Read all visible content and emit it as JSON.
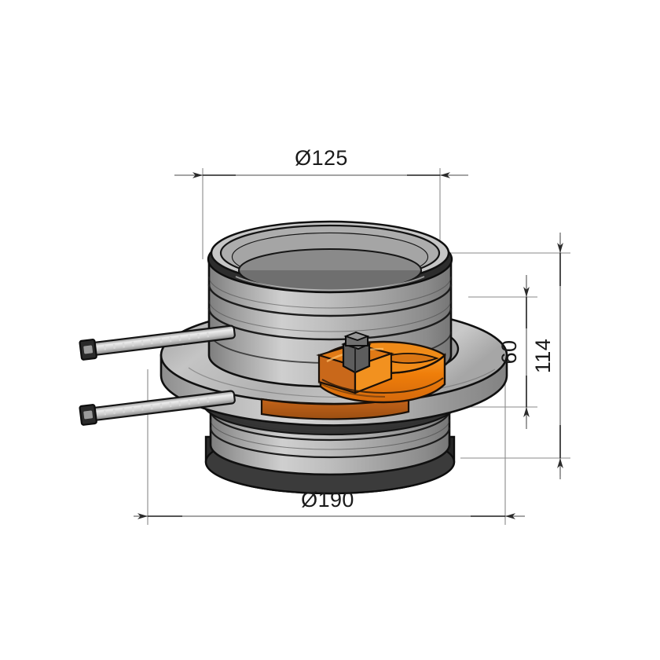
{
  "drawing": {
    "title": "Flue adapter flange assembly technical drawing",
    "background_color": "#ffffff",
    "line_color": "#1a1a1a",
    "dimension_line_color": "#6e6e6e",
    "view": "3D isometric shaded projection with dimension annotations"
  },
  "dimensions": {
    "top_diameter": {
      "label": "Ø125",
      "value": 125,
      "symbol": "Ø",
      "placement": "top",
      "orientation": "horizontal"
    },
    "bottom_diameter": {
      "label": "Ø190",
      "value": 190,
      "symbol": "Ø",
      "placement": "bottom",
      "orientation": "horizontal"
    },
    "inner_height": {
      "label": "60",
      "value": 60,
      "placement": "right-inner",
      "orientation": "vertical"
    },
    "overall_height": {
      "label": "114",
      "value": 114,
      "placement": "right-outer",
      "orientation": "vertical"
    }
  },
  "parts": {
    "upper_spigot": {
      "name": "upper cylindrical spigot",
      "color": "#a8a8a8",
      "outline": "#111111"
    },
    "upper_gasket": {
      "name": "upper sealing ring",
      "color": "#2b2b2b"
    },
    "flange_plate": {
      "name": "circular flange plate",
      "color": "#b4b4b4"
    },
    "clamp_band": {
      "name": "orange clamp band",
      "color": "#ef7e0a",
      "color_dark": "#b85c12",
      "color_shadow": "#8f4a12"
    },
    "hex_nut": {
      "name": "hexagonal nut and bolt",
      "color": "#5a5a5a"
    },
    "threaded_rods": {
      "name": "threaded adjustment rods",
      "count": 2,
      "color": "#d2d2d2"
    },
    "lower_spigot": {
      "name": "lower cylindrical spigot",
      "color": "#9e9e9e"
    },
    "lower_gasket": {
      "name": "lower sealing ring",
      "color": "#3a3a3a"
    }
  }
}
